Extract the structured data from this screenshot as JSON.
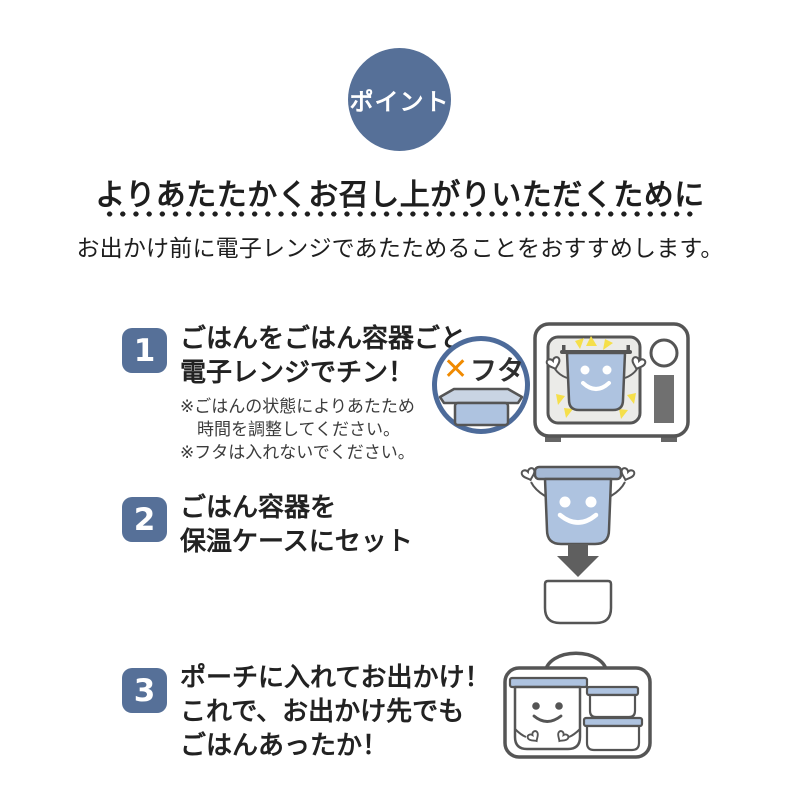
{
  "badge": {
    "label": "ポイント"
  },
  "heading": {
    "title": "よりあたたかくお召し上がりいただくために",
    "subtitle": "お出かけ前に電子レンジであたためることをおすすめします。"
  },
  "steps": [
    {
      "number": "1",
      "lines": [
        "ごはんをごはん容器ごと",
        "電子レンジでチン！"
      ],
      "notes": [
        "※ごはんの状態によりあたため",
        "時間を調整してください。",
        "※フタは入れないでください。"
      ]
    },
    {
      "number": "2",
      "lines": [
        "ごはん容器を",
        "保温ケースにセット"
      ]
    },
    {
      "number": "3",
      "lines": [
        "ポーチに入れてお出かけ！",
        "これで、お出かけ先でも",
        "ごはんあったか！"
      ]
    }
  ],
  "icons": {
    "no_lid_x": "✕",
    "no_lid_label": "フタ"
  },
  "colors": {
    "accent": "#567098",
    "circle_border": "#4d6b9a",
    "outline": "#555555",
    "light_blue": "#AEC3E0",
    "lid_blue": "#A6BAD6",
    "pale_blue": "#C9D4E3",
    "window_gray": "#EBEBE8",
    "handle_gray": "#707070",
    "yellow": "#F5DF4A",
    "orange": "#F08A00",
    "text_dark": "#1E1E1E",
    "note_gray": "#3C3C3C"
  }
}
